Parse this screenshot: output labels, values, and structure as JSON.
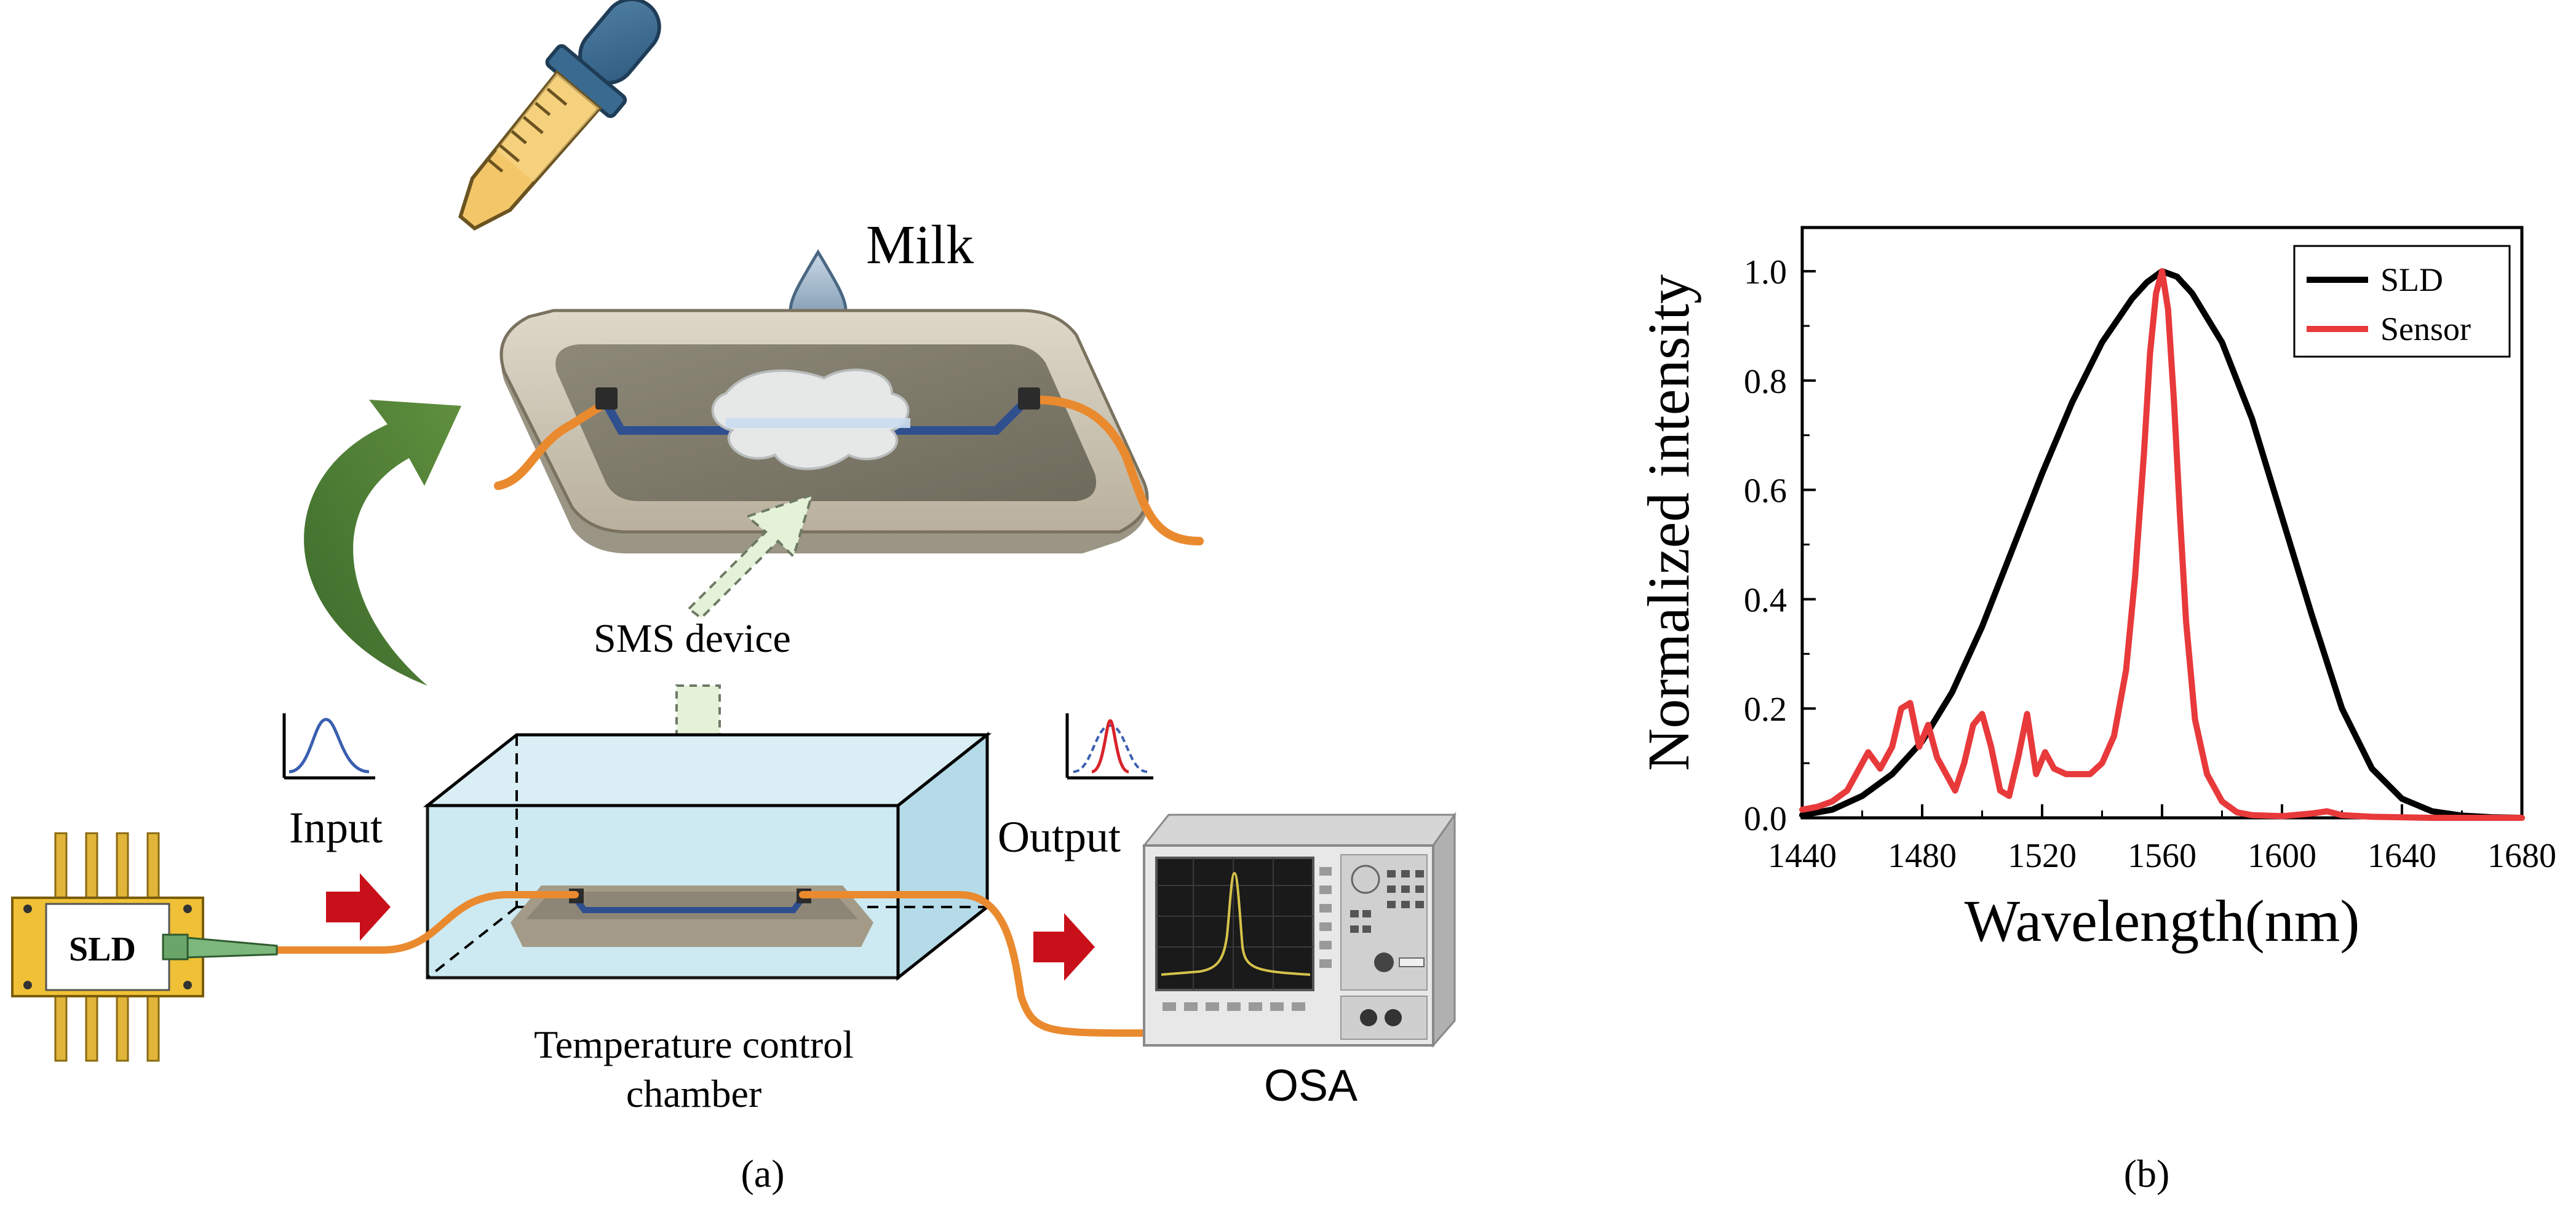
{
  "panel_a": {
    "labels": {
      "milk": "Milk",
      "sms_device": "SMS device",
      "input": "Input",
      "output": "Output",
      "chamber_line1": "Temperature control",
      "chamber_line2": "chamber",
      "osa": "OSA",
      "sld": "SLD"
    },
    "caption": "(a)"
  },
  "panel_b": {
    "caption": "(b)",
    "chart_data": {
      "type": "line",
      "xlabel": "Wavelength(nm)",
      "ylabel": "Normalized intensity",
      "xlim": [
        1440,
        1680
      ],
      "ylim": [
        0,
        1.08
      ],
      "xticks": [
        1440,
        1480,
        1520,
        1560,
        1600,
        1640,
        1680
      ],
      "yticks": [
        0.0,
        0.2,
        0.4,
        0.6,
        0.8,
        1.0
      ],
      "legend_position": "top-right",
      "series": [
        {
          "name": "SLD",
          "color": "#000000",
          "x": [
            1440,
            1450,
            1460,
            1470,
            1480,
            1490,
            1500,
            1510,
            1520,
            1530,
            1540,
            1550,
            1555,
            1560,
            1565,
            1570,
            1580,
            1590,
            1600,
            1610,
            1620,
            1630,
            1640,
            1650,
            1660,
            1670,
            1680
          ],
          "y": [
            0.005,
            0.015,
            0.04,
            0.08,
            0.14,
            0.23,
            0.35,
            0.49,
            0.63,
            0.76,
            0.87,
            0.95,
            0.98,
            1.0,
            0.99,
            0.96,
            0.87,
            0.73,
            0.55,
            0.37,
            0.2,
            0.09,
            0.035,
            0.012,
            0.004,
            0.001,
            0.0
          ]
        },
        {
          "name": "Sensor",
          "color": "#e8393b",
          "x": [
            1440,
            1445,
            1450,
            1455,
            1458,
            1462,
            1466,
            1470,
            1473,
            1476,
            1479,
            1482,
            1485,
            1488,
            1491,
            1494,
            1497,
            1500,
            1503,
            1506,
            1509,
            1512,
            1515,
            1518,
            1521,
            1524,
            1528,
            1532,
            1536,
            1540,
            1544,
            1548,
            1551,
            1554,
            1556,
            1558,
            1560,
            1562,
            1564,
            1566,
            1568,
            1571,
            1575,
            1580,
            1585,
            1590,
            1600,
            1610,
            1615,
            1620,
            1630,
            1640,
            1650,
            1660,
            1670,
            1680
          ],
          "y": [
            0.015,
            0.02,
            0.03,
            0.05,
            0.08,
            0.12,
            0.09,
            0.13,
            0.2,
            0.21,
            0.13,
            0.17,
            0.11,
            0.08,
            0.05,
            0.1,
            0.17,
            0.19,
            0.13,
            0.05,
            0.04,
            0.11,
            0.19,
            0.08,
            0.12,
            0.09,
            0.08,
            0.08,
            0.08,
            0.1,
            0.15,
            0.27,
            0.44,
            0.67,
            0.85,
            0.96,
            1.0,
            0.93,
            0.76,
            0.55,
            0.36,
            0.18,
            0.08,
            0.03,
            0.01,
            0.005,
            0.003,
            0.008,
            0.012,
            0.005,
            0.002,
            0.001,
            0.0,
            0.0,
            0.0,
            0.0
          ]
        }
      ]
    }
  }
}
